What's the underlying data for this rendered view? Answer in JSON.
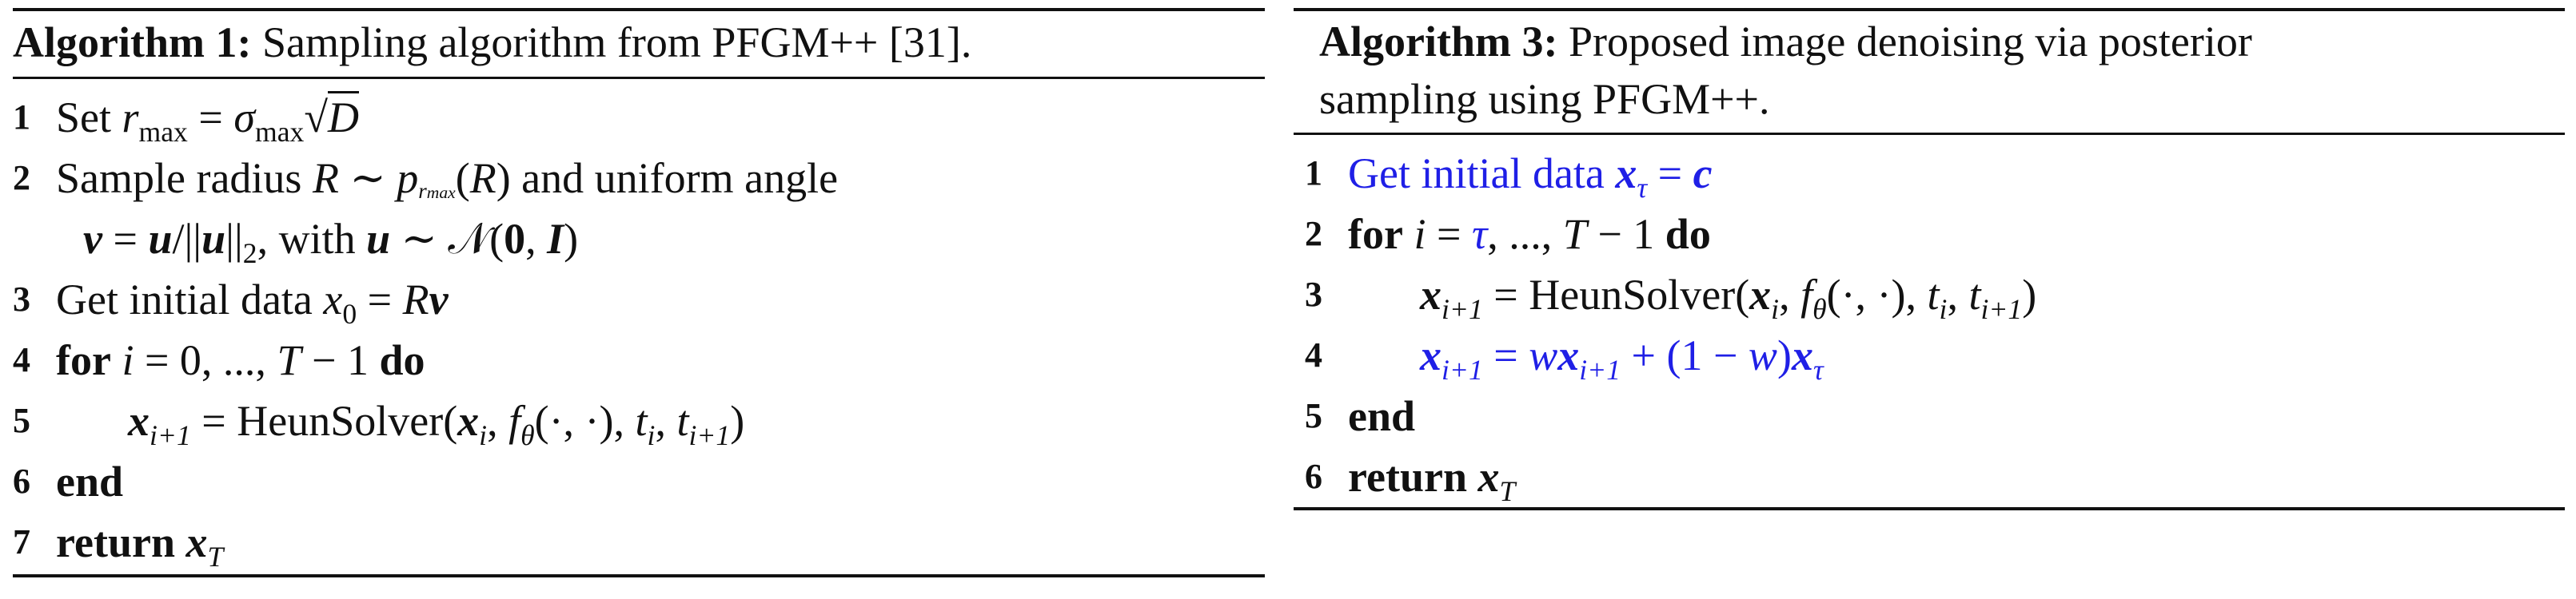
{
  "algo1": {
    "title_bold": "Algorithm 1:",
    "title_text": " Sampling algorithm from PFGM++ [31].",
    "lines": [
      {
        "num": "1"
      },
      {
        "num": "2",
        "text_a": "Sample radius ",
        "text_b": " and uniform angle"
      },
      {
        "cont": "with"
      },
      {
        "num": "3",
        "text": "Get initial data "
      },
      {
        "num": "4",
        "kw_for": "for",
        "kw_do": "do"
      },
      {
        "num": "5",
        "fn": "HeunSolver"
      },
      {
        "num": "6",
        "kw": "end"
      },
      {
        "num": "7",
        "kw": "return"
      }
    ]
  },
  "algo3": {
    "title_bold": "Algorithm 3:",
    "title_text": " Proposed image denoising via posterior",
    "title_text2": "sampling using PFGM++.",
    "lines": [
      {
        "num": "1",
        "text": "Get initial data "
      },
      {
        "num": "2",
        "kw_for": "for",
        "kw_do": "do"
      },
      {
        "num": "3",
        "fn": "HeunSolver"
      },
      {
        "num": "4"
      },
      {
        "num": "5",
        "kw": "end"
      },
      {
        "num": "6",
        "kw": "return"
      }
    ]
  },
  "colors": {
    "highlight": "#1f1fe6",
    "text": "#111111"
  }
}
